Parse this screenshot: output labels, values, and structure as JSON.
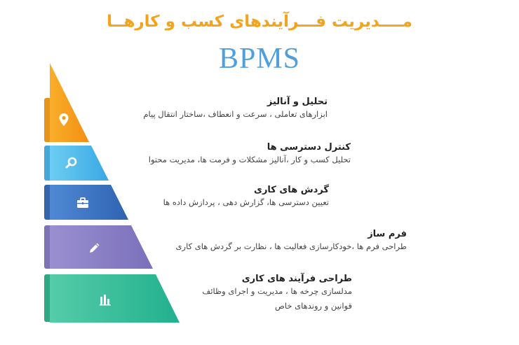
{
  "title": "مــــدیریت فـــرآیندهای کسب و کارهــا",
  "subtitle": "BPMS",
  "levels": [
    {
      "heading": "تحلیل و آنالیز",
      "desc1": "ابزارهای تعاملی ، سرعت و انعطاف ،ساختار انتقال پیام",
      "desc2": "",
      "icon": "map-pin-icon",
      "color": "#f7a21b"
    },
    {
      "heading": "کنترل دسترسی ها",
      "desc1": "تحلیل کسب و کار ،آنالیز مشکلات و فرمت ها، مدیریت محتوا",
      "desc2": "",
      "icon": "search-icon",
      "color": "#4cb7ea"
    },
    {
      "heading": "گردش های کاری",
      "desc1": "تعیین دسترسی ها، گزارش دهی ، پردازش داده ها",
      "desc2": "",
      "icon": "briefcase-icon",
      "color": "#3e76c4"
    },
    {
      "heading": "فرم ساز",
      "desc1": "طراحی فرم ها ،خودکارسازی فعالیت ها ، نظارت بر گردش های کاری",
      "desc2": "",
      "icon": "pencil-icon",
      "color": "#8a7fc4"
    },
    {
      "heading": "طراحی فرآیند های کاری",
      "desc1": "مدلسازی چرخه ها ، مدیریت و اجرای وظائف",
      "desc2": "قوانین و روندهای خاص",
      "icon": "bar-chart-icon",
      "color": "#3bbd9a"
    }
  ]
}
